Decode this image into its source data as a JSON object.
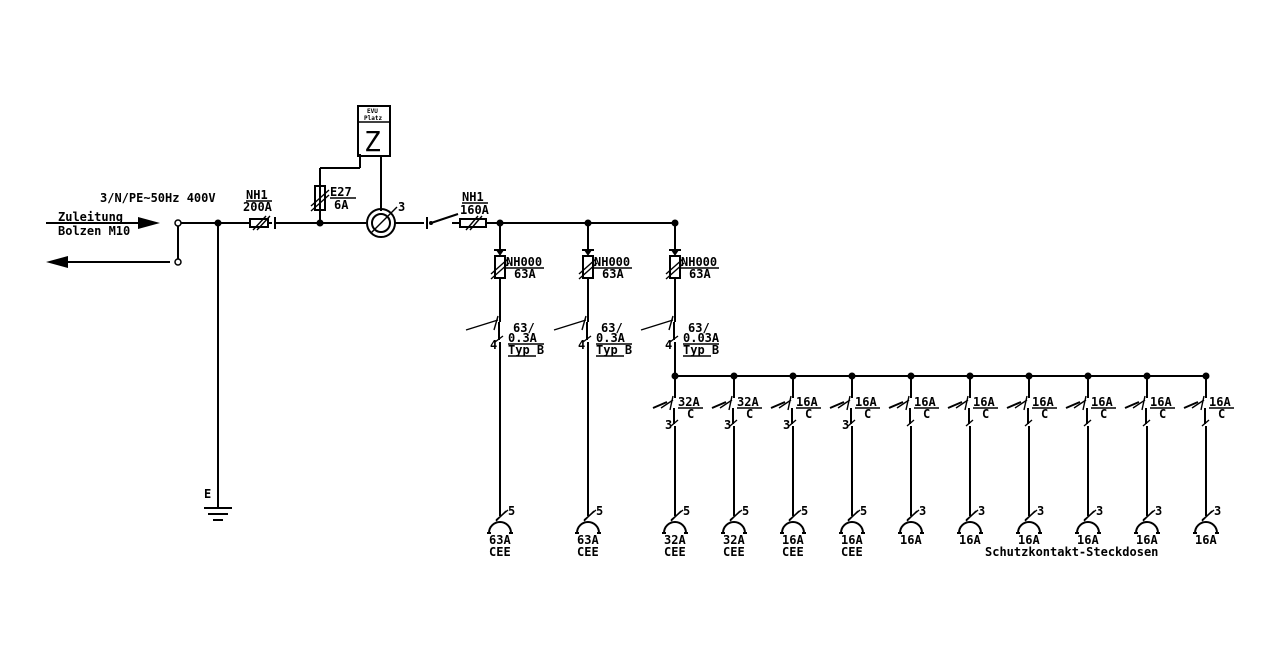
{
  "supply": {
    "spec": "3/N/PE~50Hz 400V",
    "line1": "Zuleitung",
    "line2": "Bolzen M10",
    "earth": "E"
  },
  "main_fuse": {
    "type": "NH1",
    "rating": "200A"
  },
  "meter_fuse": {
    "type": "E27",
    "rating": "6A"
  },
  "meter": {
    "line1": "EVU",
    "line2": "Platz",
    "symbol": "Z",
    "phases": "3"
  },
  "main_switch": {
    "type": "NH1",
    "rating": "160A"
  },
  "feeders": [
    {
      "fuse_type": "NH000",
      "fuse_rating": "63A",
      "rcd_line1": "63/",
      "rcd_line2": "0.3A",
      "rcd_type": "Typ B",
      "poles": "4",
      "conductors": "5",
      "socket_rating": "63A",
      "socket_type": "CEE"
    },
    {
      "fuse_type": "NH000",
      "fuse_rating": "63A",
      "rcd_line1": "63/",
      "rcd_line2": "0.3A",
      "rcd_type": "Typ B",
      "poles": "4",
      "conductors": "5",
      "socket_rating": "63A",
      "socket_type": "CEE"
    },
    {
      "fuse_type": "NH000",
      "fuse_rating": "63A",
      "rcd_line1": "63/",
      "rcd_line2": "0.03A",
      "rcd_type": "Typ B",
      "poles": "4"
    }
  ],
  "circuits": [
    {
      "breaker": "32A",
      "char": "C",
      "poles": "3",
      "conductors": "5",
      "socket_rating": "32A",
      "socket_type": "CEE"
    },
    {
      "breaker": "32A",
      "char": "C",
      "poles": "3",
      "conductors": "5",
      "socket_rating": "32A",
      "socket_type": "CEE"
    },
    {
      "breaker": "16A",
      "char": "C",
      "poles": "3",
      "conductors": "5",
      "socket_rating": "16A",
      "socket_type": "CEE"
    },
    {
      "breaker": "16A",
      "char": "C",
      "poles": "3",
      "conductors": "5",
      "socket_rating": "16A",
      "socket_type": "CEE"
    },
    {
      "breaker": "16A",
      "char": "C",
      "poles": "",
      "conductors": "3",
      "socket_rating": "16A",
      "socket_type": ""
    },
    {
      "breaker": "16A",
      "char": "C",
      "poles": "",
      "conductors": "3",
      "socket_rating": "16A",
      "socket_type": ""
    },
    {
      "breaker": "16A",
      "char": "C",
      "poles": "",
      "conductors": "3",
      "socket_rating": "16A",
      "socket_type": ""
    },
    {
      "breaker": "16A",
      "char": "C",
      "poles": "",
      "conductors": "3",
      "socket_rating": "16A",
      "socket_type": ""
    },
    {
      "breaker": "16A",
      "char": "C",
      "poles": "",
      "conductors": "3",
      "socket_rating": "16A",
      "socket_type": ""
    },
    {
      "breaker": "16A",
      "char": "C",
      "poles": "",
      "conductors": "3",
      "socket_rating": "16A",
      "socket_type": ""
    }
  ],
  "schuko_label": "Schutzkontakt-Steckdosen"
}
